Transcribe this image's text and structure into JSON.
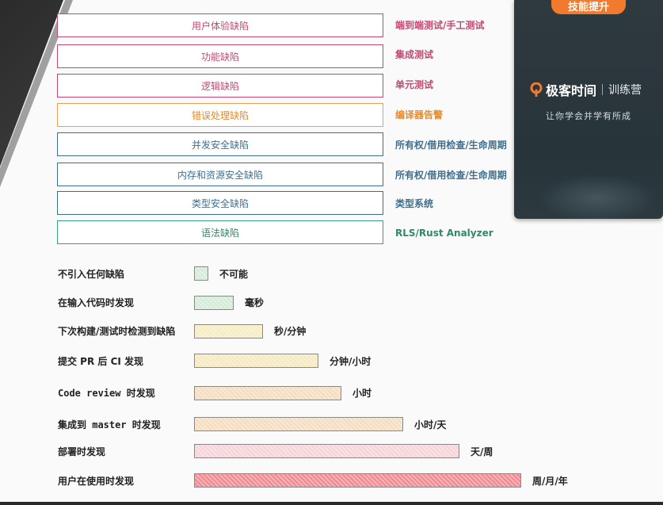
{
  "layers": [
    {
      "name": "用户体验缺陷",
      "tool": "端到端测试/手工测试",
      "text_color": "#c24a72",
      "border_color": "#c24a72",
      "tool_color": "#c24a72"
    },
    {
      "name": "功能缺陷",
      "tool": "集成测试",
      "text_color": "#c24a72",
      "border_color": "#c24a72",
      "tool_color": "#c24a72"
    },
    {
      "name": "逻辑缺陷",
      "tool": "单元测试",
      "text_color": "#c24a72",
      "border_color": "#c24a72",
      "tool_color": "#c24a72"
    },
    {
      "name": "错误处理缺陷",
      "tool": "编译器告警",
      "text_color": "#e68a2e",
      "border_color": "#e8a253",
      "tool_color": "#e68a2e"
    },
    {
      "name": "并发安全缺陷",
      "tool": "所有权/借用检查/生命周期",
      "text_color": "#3f6f8f",
      "border_color": "#3f6f8f",
      "tool_color": "#3f6f8f"
    },
    {
      "name": "内存和资源安全缺陷",
      "tool": "所有权/借用检查/生命周期",
      "text_color": "#3f6f8f",
      "border_color": "#3f6f8f",
      "tool_color": "#3f6f8f"
    },
    {
      "name": "类型安全缺陷",
      "tool": "类型系统",
      "text_color": "#3f6f8f",
      "border_color": "#3f6f8f",
      "tool_color": "#3f6f8f"
    },
    {
      "name": "语法缺陷",
      "tool": "RLS/Rust Analyzer",
      "text_color": "#2e8a6a",
      "border_color": "#3aa085",
      "tool_color": "#2e8a6a"
    }
  ],
  "timeline": [
    {
      "label": "不引入任何缺陷",
      "value": "不可能",
      "fraction": 0.04,
      "color": "#d6ead9"
    },
    {
      "label": "在输入代码时发现",
      "value": "毫秒",
      "fraction": 0.12,
      "color": "#d3ecd8"
    },
    {
      "label": "下次构建/测试时检测到缺陷",
      "value": "秒/分钟",
      "fraction": 0.21,
      "color": "#f5ecc2"
    },
    {
      "label": "提交 PR 后 CI 发现",
      "value": "分钟/小时",
      "fraction": 0.38,
      "color": "#f5e9c0"
    },
    {
      "label": "Code review 时发现",
      "value": "小时",
      "fraction": 0.45,
      "color": "#f4dcc0"
    },
    {
      "label": "集成到 master 时发现",
      "value": "小时/天",
      "fraction": 0.64,
      "color": "#f4dcc0"
    },
    {
      "label": "部署时发现",
      "value": "天/周",
      "fraction": 0.81,
      "color": "#f6d3d8"
    },
    {
      "label": "用户在使用时发现",
      "value": "周/月/年",
      "fraction": 1.0,
      "color": "#ef8a90"
    }
  ],
  "promo": {
    "badge": "技能提升",
    "brand": "极客时间",
    "sub": "训练营",
    "slogan": "让你学会并学有所成",
    "badge_color": "#f27a2e",
    "logo_icon": "geekbang-logo-icon"
  }
}
